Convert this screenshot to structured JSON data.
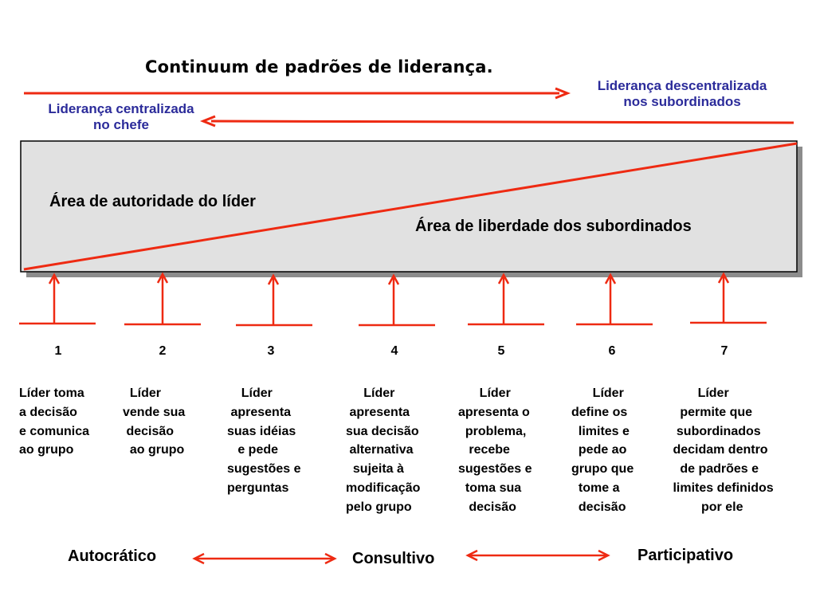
{
  "title": "Continuum de padrões de liderança.",
  "labels": {
    "decentralized": "Liderança descentralizada\nnos subordinados",
    "centralized": "Liderança centralizada\nno chefe",
    "leader_area": "Área de autoridade do líder",
    "freedom_area": "Área de liberdade dos subordinados"
  },
  "stages": [
    {
      "number": "1",
      "text": "Líder toma\na decisão\ne comunica\nao grupo"
    },
    {
      "number": "2",
      "text": "  Líder\nvende sua\n decisão\n  ao grupo"
    },
    {
      "number": "3",
      "text": "    Líder\n apresenta\nsuas idéias\n   e pede\nsugestões e\nperguntas"
    },
    {
      "number": "4",
      "text": "     Líder\n apresenta\nsua decisão\n alternativa\n  sujeita à\nmodificação\npelo grupo"
    },
    {
      "number": "5",
      "text": "      Líder\napresenta o\n  problema,\n   recebe\nsugestões e\n  toma sua\n   decisão"
    },
    {
      "number": "6",
      "text": "      Líder\ndefine os\n  limites e\n  pede ao\ngrupo que\n  tome a\n  decisão"
    },
    {
      "number": "7",
      "text": "        Líder\n   permite que\n  subordinados\n decidam dentro\n   de padrões e\n limites definidos\n         por ele"
    }
  ],
  "styles": {
    "autocratic": "Autocrático",
    "consultative": "Consultivo",
    "participative": "Participativo"
  },
  "colors": {
    "accent_red": "#ee2a12",
    "label_blue": "#2b2b9a",
    "panel_fill": "#e1e1e1",
    "panel_shadow": "#8c8c8c"
  }
}
